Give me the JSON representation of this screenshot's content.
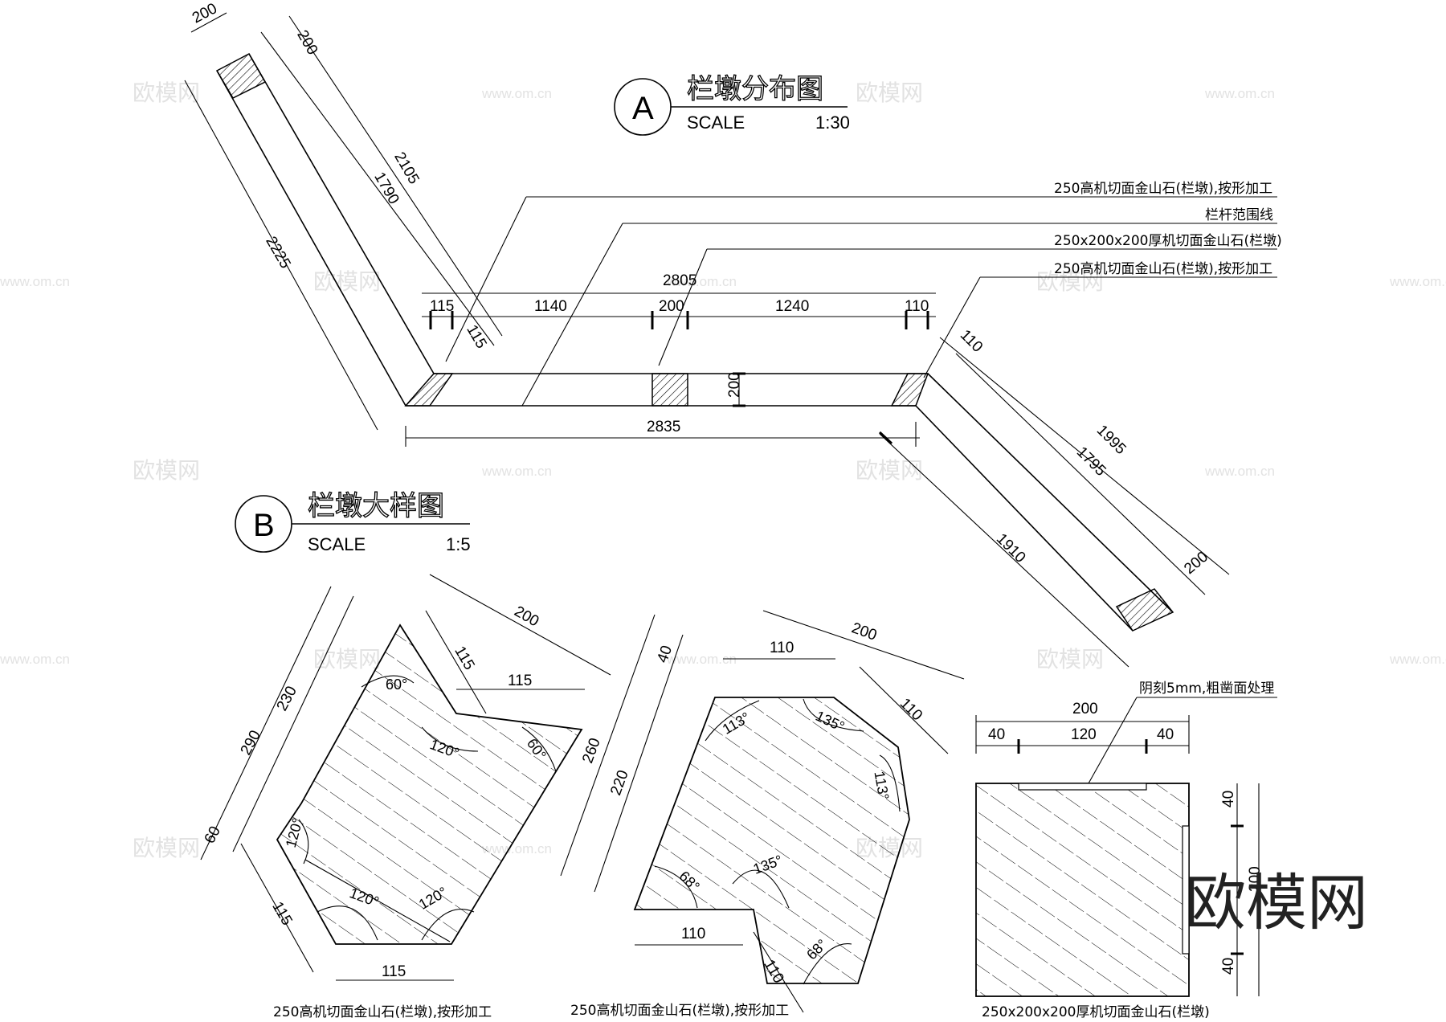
{
  "plan_a": {
    "letter": "A",
    "title": "栏墩分布图",
    "scale_label": "SCALE",
    "scale_value": "1:30",
    "dims": {
      "d2805": "2805",
      "d115a": "115",
      "d1140": "1140",
      "d200m": "200",
      "d1240": "1240",
      "d110a": "110",
      "d115b": "115",
      "d2835": "2835",
      "d200h": "200",
      "d200tl": "200",
      "d200tr": "200",
      "d2105": "2105",
      "d1790": "1790",
      "d2225": "2225",
      "d110r": "110",
      "d1995": "1995",
      "d1795": "1795",
      "d1910": "1910",
      "d200br": "200"
    },
    "notes": [
      "250高机切面金山石(栏墩),按形加工",
      "栏杆范围线",
      "250x200x200厚机切面金山石(栏墩)",
      "250高机切面金山石(栏墩),按形加工"
    ]
  },
  "detail_b": {
    "letter": "B",
    "title": "栏墩大样图",
    "scale_label": "SCALE",
    "scale_value": "1:5",
    "left": {
      "dims": {
        "d290": "290",
        "d230": "230",
        "d60": "60",
        "d200": "200",
        "d115a": "115",
        "d115b": "115",
        "d115c": "115",
        "d115d": "115"
      },
      "angles": [
        "60°",
        "120°",
        "60°",
        "120°",
        "120°",
        "120°"
      ],
      "caption": "250高机切面金山石(栏墩),按形加工"
    },
    "middle": {
      "dims": {
        "d40": "40",
        "d260": "260",
        "d220": "220",
        "d110a": "110",
        "d200": "200",
        "d110b": "110",
        "d110c": "110",
        "d110d": "110"
      },
      "angles": [
        "113°",
        "135°",
        "113°",
        "68°",
        "135°",
        "68°"
      ],
      "caption": "250高机切面金山石(栏墩),按形加工"
    },
    "right": {
      "dims": {
        "d200": "200",
        "d40a": "40",
        "d120": "120",
        "d40b": "40",
        "d40c": "40",
        "d200v": "200",
        "d40d": "40"
      },
      "note": "阴刻5mm,粗凿面处理",
      "caption": "250x200x200厚机切面金山石(栏墩)"
    }
  },
  "watermarks": {
    "brand": "欧模网",
    "url": "www.om.cn",
    "corner": "欧模网"
  }
}
